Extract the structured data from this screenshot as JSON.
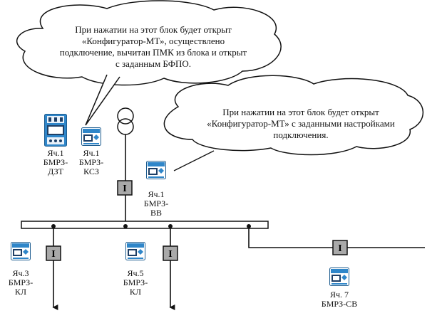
{
  "clouds": {
    "top": [
      "При нажатии на этот блок будет открыт",
      "«Конфигуратор-МТ», осуществлено",
      "подключение, вычитан ПМК из блока и открыт",
      "с заданным БФПО."
    ],
    "right": [
      "При нажатии на этот блок будет открыт",
      "«Конфигуратор-МТ» с заданными настройками",
      "подключения."
    ]
  },
  "devices": {
    "dzt": {
      "line1": "Яч.1",
      "line2": "БМРЗ-",
      "line3": "ДЗТ"
    },
    "ksz": {
      "line1": "Яч.1",
      "line2": "БМРЗ-",
      "line3": "КСЗ"
    },
    "vv": {
      "line1": "Яч.1",
      "line2": "БМРЗ-",
      "line3": "ВВ"
    },
    "kl3": {
      "line1": "Яч.3",
      "line2": "БМРЗ-",
      "line3": "КЛ"
    },
    "kl5": {
      "line1": "Яч.5",
      "line2": "БМРЗ-",
      "line3": "КЛ"
    },
    "sv7": {
      "line1": "Яч. 7",
      "line2": "БМРЗ-СВ"
    }
  },
  "breaker_symbol": "I",
  "colors": {
    "line": "#111111",
    "breaker_fill": "#a9a9a9",
    "device_blue": "#2f86c9",
    "device_screen": "#1e3f66"
  }
}
